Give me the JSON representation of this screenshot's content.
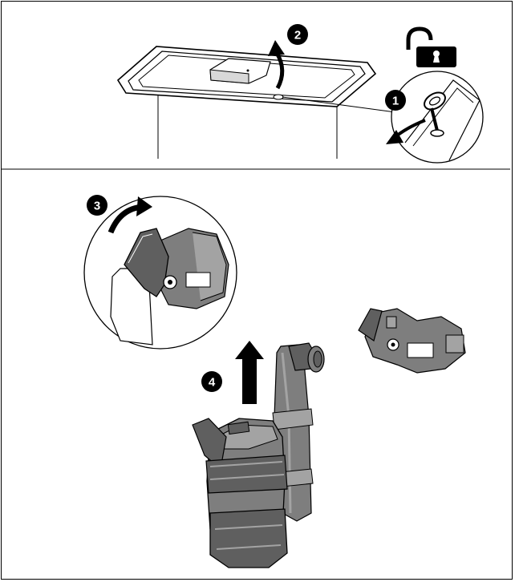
{
  "instruction_diagram": {
    "steps": [
      {
        "number": "1"
      },
      {
        "number": "2"
      },
      {
        "number": "3"
      },
      {
        "number": "4"
      }
    ],
    "icons": [
      "unlock-padlock-icon"
    ],
    "colors": {
      "line": "#000000",
      "part_dark": "#5f5f5f",
      "part_mid": "#7e7e7e",
      "part_light": "#a3a3a3",
      "background": "#ffffff"
    }
  }
}
